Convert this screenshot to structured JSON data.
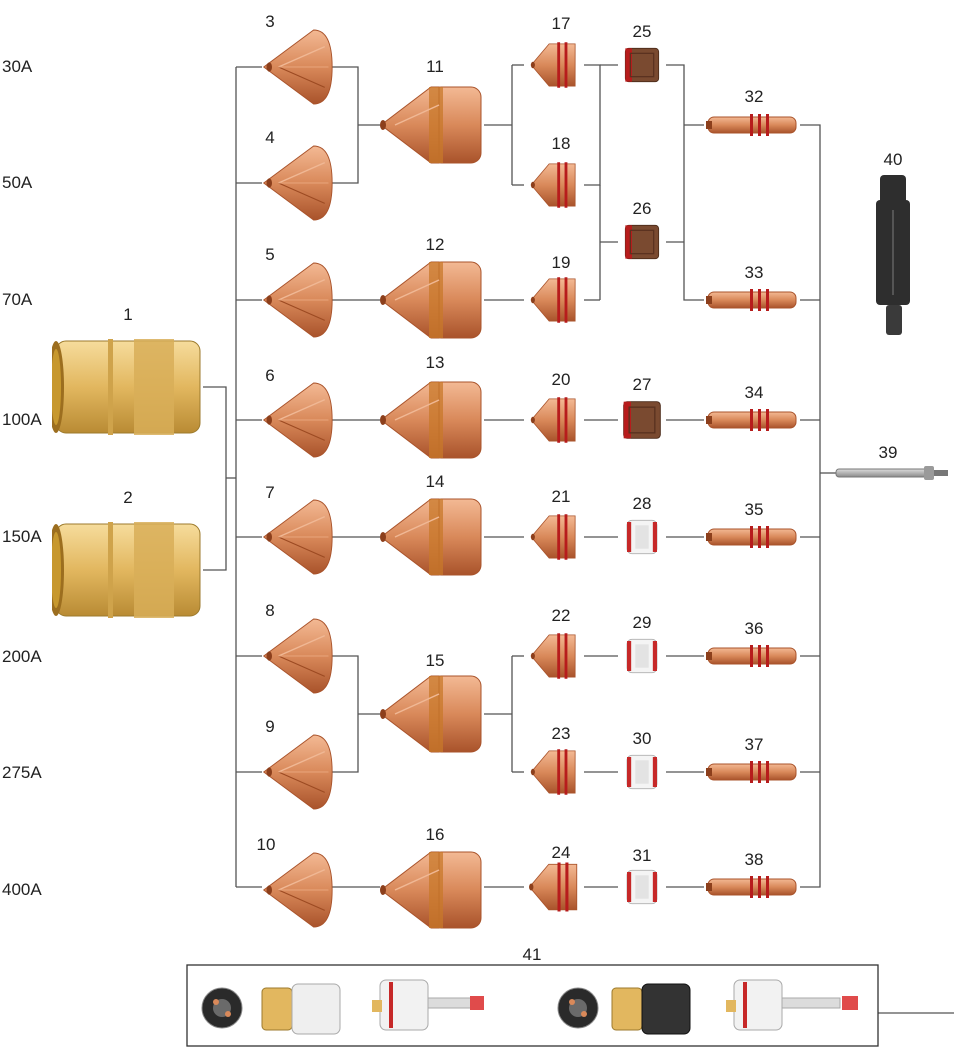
{
  "amperages": [
    "30A",
    "50A",
    "70A",
    "100A",
    "150A",
    "200A",
    "275A",
    "400A"
  ],
  "retaining_caps": {
    "items": [
      {
        "label": "1"
      },
      {
        "label": "2"
      }
    ]
  },
  "shields": {
    "items": [
      {
        "label": "3"
      },
      {
        "label": "4"
      },
      {
        "label": "5"
      },
      {
        "label": "6"
      },
      {
        "label": "7"
      },
      {
        "label": "8"
      },
      {
        "label": "9"
      },
      {
        "label": "10"
      }
    ]
  },
  "nozzle_retaining_caps": {
    "items": [
      {
        "label": "11"
      },
      {
        "label": "12"
      },
      {
        "label": "13"
      },
      {
        "label": "14"
      },
      {
        "label": "15"
      },
      {
        "label": "16"
      }
    ]
  },
  "nozzles": {
    "items": [
      {
        "label": "17"
      },
      {
        "label": "18"
      },
      {
        "label": "19"
      },
      {
        "label": "20"
      },
      {
        "label": "21"
      },
      {
        "label": "22"
      },
      {
        "label": "23"
      },
      {
        "label": "24"
      }
    ]
  },
  "swirl_rings": {
    "items": [
      {
        "label": "25"
      },
      {
        "label": "26"
      },
      {
        "label": "27"
      },
      {
        "label": "28"
      },
      {
        "label": "29"
      },
      {
        "label": "30"
      },
      {
        "label": "31"
      }
    ]
  },
  "electrodes": {
    "items": [
      {
        "label": "32"
      },
      {
        "label": "33"
      },
      {
        "label": "34"
      },
      {
        "label": "35"
      },
      {
        "label": "36"
      },
      {
        "label": "37"
      },
      {
        "label": "38"
      }
    ]
  },
  "tools": {
    "water_tube": {
      "label": "39"
    },
    "removal_tool": {
      "label": "40"
    },
    "torch_heads": {
      "label": "41"
    }
  },
  "colors": {
    "copper": "#d9895a",
    "copper_dark": "#a9532b",
    "brass": "#e7c170",
    "band": "#c8782a",
    "ring": "#b71c1c",
    "white_ring": "#eeeeee",
    "line": "#555555",
    "tool": "#2e2e2e"
  }
}
